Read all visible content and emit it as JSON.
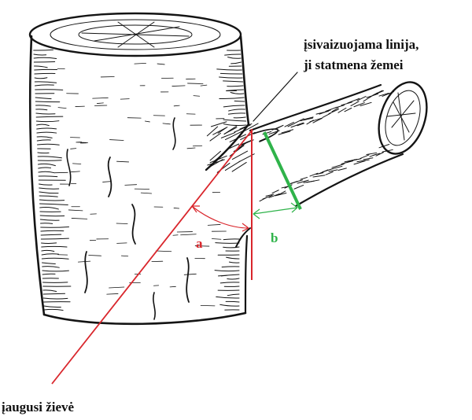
{
  "labels": {
    "imaginary_line_line1": "įsivaizuojama linija,",
    "imaginary_line_line2": "ji statmena žemei",
    "ingrown_bark": "įaugusi žievė",
    "angle_a": "a",
    "angle_b": "b"
  },
  "colors": {
    "ink": "#141414",
    "red": "#d9262c",
    "green": "#2fb34a"
  }
}
